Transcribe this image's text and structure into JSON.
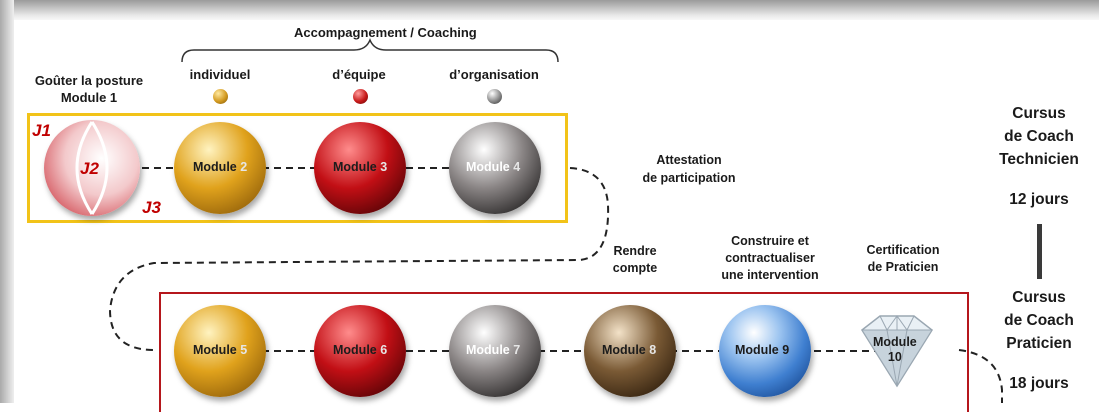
{
  "header": {
    "coaching_label": "Accompagnement / Coaching"
  },
  "coaching_types": [
    {
      "label": "individuel",
      "color": "#d39a20"
    },
    {
      "label": "d’équipe",
      "color": "#c81a1a"
    },
    {
      "label": "d’organisation",
      "color": "#8a8a8a"
    }
  ],
  "intro": {
    "line1": "Goûter la posture",
    "line2": "Module 1"
  },
  "days": {
    "j1": "J1",
    "j2": "J2",
    "j3": "J3"
  },
  "modules_row1": [
    {
      "prefix": "Module ",
      "num": "2",
      "color": "#e0a21c"
    },
    {
      "prefix": "Module ",
      "num": "3",
      "color": "#c20f15"
    },
    {
      "prefix": "Module ",
      "num": "4",
      "color": "#6e6969"
    }
  ],
  "modules_row2": [
    {
      "prefix": "Module ",
      "num": "5",
      "color": "#e0a21c"
    },
    {
      "prefix": "Module ",
      "num": "6",
      "color": "#c20f15"
    },
    {
      "prefix": "Module ",
      "num": "7",
      "color": "#6e6969"
    },
    {
      "prefix": "Module ",
      "num": "8",
      "color": "#7a5a35"
    },
    {
      "prefix": "Module ",
      "num": "9",
      "color": "#3f7fd0"
    },
    {
      "prefix": "Module ",
      "num": "10",
      "color": "#d8e2ea"
    }
  ],
  "milestones": {
    "attestation": [
      "Attestation",
      "de participation"
    ],
    "rendre": [
      "Rendre",
      "compte"
    ],
    "construire": [
      "Construire et",
      "contractualiser",
      "une intervention"
    ],
    "certification": [
      "Certification",
      "de Praticien"
    ]
  },
  "cursus": {
    "technicien": [
      "Cursus",
      "de Coach",
      "Technicien"
    ],
    "technicien_days": "12 jours",
    "praticien": [
      "Cursus",
      "de Coach",
      "Praticien"
    ],
    "praticien_days": "18 jours"
  }
}
